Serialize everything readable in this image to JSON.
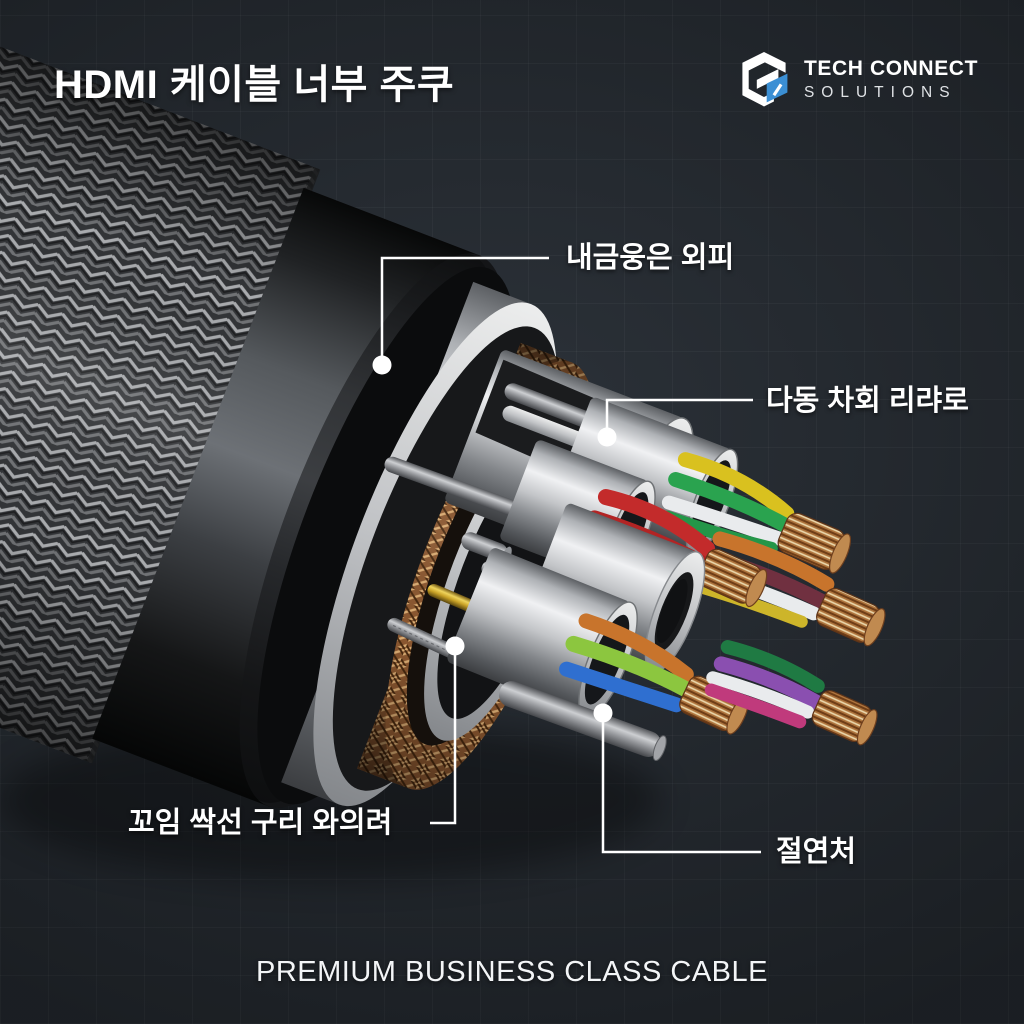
{
  "header": {
    "title": "HDMI 케이블 너부 주쿠"
  },
  "logo": {
    "line1": "TECH CONNECT",
    "line2": "SOLUTIONS",
    "accent_color": "#3b8fd4"
  },
  "labels": {
    "outer_jacket": "내금웅은 외피",
    "multi_core": "다동 차회 리랴로",
    "twisted_copper": "꼬임 싹선 구리 와의려",
    "insulation": "절연처"
  },
  "footer": {
    "tagline": "PREMIUM BUSINESS CLASS CABLE"
  },
  "palette": {
    "background": "#262b31",
    "grid_line": "#31373f",
    "leader_line": "#ffffff",
    "copper": "#a06b38",
    "silver": "#c3c5c8",
    "jacket_black": "#141517",
    "gold": "#c9a227",
    "wire_colors": [
      "#c32b2b",
      "#7e3fae",
      "#d9c11f",
      "#2aa34f",
      "#e9ebed",
      "#c8742c",
      "#703040",
      "#8cc63f",
      "#2f6fd0",
      "#8a4fb0",
      "#c03a7c",
      "#1f7a43"
    ]
  }
}
